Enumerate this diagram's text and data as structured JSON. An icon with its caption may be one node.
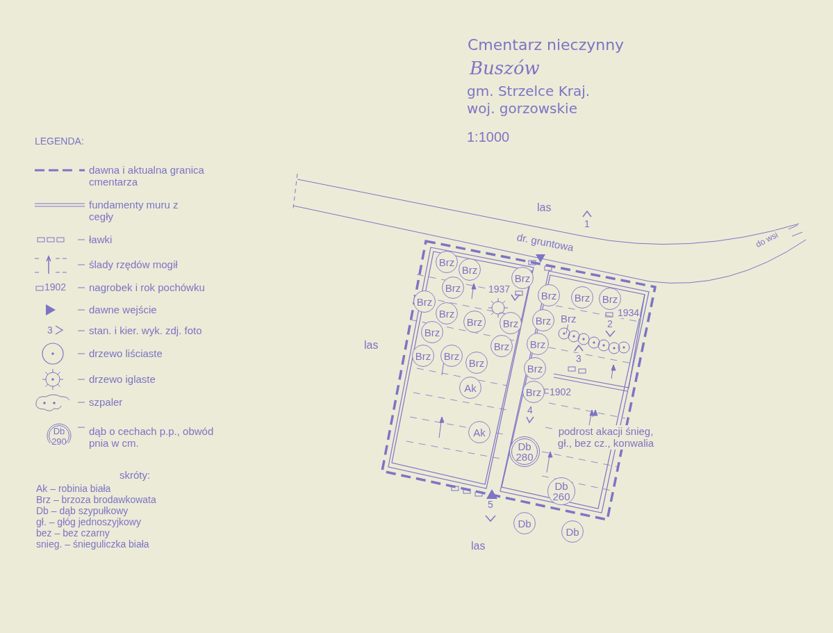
{
  "diagram": {
    "title": "Cmentarz nieczynny",
    "nodes": [
      {
        "text": [
          "Brz"
        ]
      },
      {
        "text": [
          "Brz"
        ]
      },
      {
        "text": [
          "Brz"
        ]
      },
      {
        "text": [
          "Brz"
        ]
      },
      {
        "text": [
          "Brz"
        ]
      },
      {
        "text": [
          "Brz"
        ]
      },
      {
        "text": [
          "Brz"
        ]
      },
      {
        "text": [
          "Brz"
        ]
      },
      {
        "text": [
          "Brz"
        ]
      },
      {
        "text": [
          "Brz"
        ]
      },
      {
        "text": [
          "Brz"
        ]
      },
      {
        "text": [
          "Brz"
        ]
      },
      {
        "text": [
          "Brz"
        ]
      },
      {
        "text": [
          "Brz"
        ]
      },
      {
        "text": [
          "Brz"
        ]
      },
      {
        "text": [
          "Brz"
        ]
      },
      {
        "text": [
          "Brz"
        ]
      },
      {
        "text": [
          "Brz"
        ]
      },
      {
        "text": [
          "Brz"
        ]
      },
      {
        "text": [
          "Brz"
        ]
      },
      {
        "text": [
          "Ak"
        ]
      },
      {
        "text": [
          "Ak"
        ]
      },
      {
        "text": [
          "Db 280"
        ]
      },
      {
        "text": [
          "Db 260"
        ]
      },
      {
        "text": [
          "Db"
        ]
      },
      {
        "text": [
          "Db"
        ]
      }
    ],
    "labels": [
      "Buszów",
      "gm. Strzelce Kraj.",
      "woj. gorzowskie",
      "1:1000",
      "LEGENDA:",
      "1902",
      "3",
      "Db 290",
      "skróty:",
      "Ak – robinia biała",
      "Brz – brzoza brodawkowata",
      "Db – dąb szypułkowy",
      "gł. – głóg jednoszyjkowy",
      "bez – bez czarny",
      "snieg. – śnieguliczka biała",
      "las",
      "1",
      "dr. gruntowa",
      "do wsi",
      "las",
      "1937",
      "Brz",
      "1934",
      "2",
      "3",
      "1902",
      "4",
      "podrost akacji śnieg, gł., bez cz., konwalia",
      "5",
      "las"
    ],
    "legend": [
      {
        "text": "dawna i aktualna granica cmentarza"
      },
      {
        "text": "fundamenty muru z cegły"
      },
      {
        "text": "ławki"
      },
      {
        "text": "ślady rzędów mogił"
      },
      {
        "text": "nagrobek i rok pochówku"
      },
      {
        "text": "dawne wejście"
      },
      {
        "text": "stan. i kier. wyk. zdj. foto"
      },
      {
        "text": "drzewo liściaste"
      },
      {
        "text": "drzewo iglaste"
      },
      {
        "text": "szpaler"
      },
      {
        "text": "dąb o cechach p.p., obwód pnia w cm."
      }
    ]
  }
}
